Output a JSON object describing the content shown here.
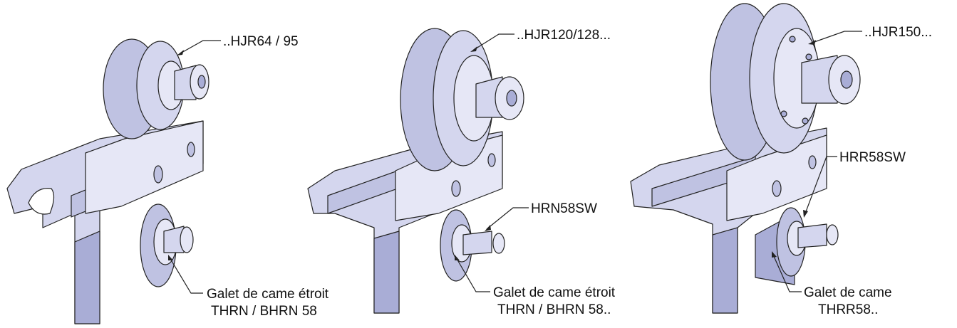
{
  "labels": {
    "a_top": "..HJR64 / 95",
    "a_bottom_line1": "Galet de came étroit",
    "a_bottom_line2": "THRN / BHRN 58",
    "b_top": "..HJR120/128...",
    "b_mid": "HRN58SW",
    "b_bottom_line1": "Galet de came étroit",
    "b_bottom_line2": "THRN / BHRN 58..",
    "c_top": "..HJR150...",
    "c_mid": "HRR58SW",
    "c_bottom_line1": "Galet de came",
    "c_bottom_line2": "THRR58.."
  },
  "colors": {
    "part_light": "#d4d6ee",
    "part_mid": "#bfc2e2",
    "part_dark": "#a9add6",
    "outline": "#222222"
  }
}
